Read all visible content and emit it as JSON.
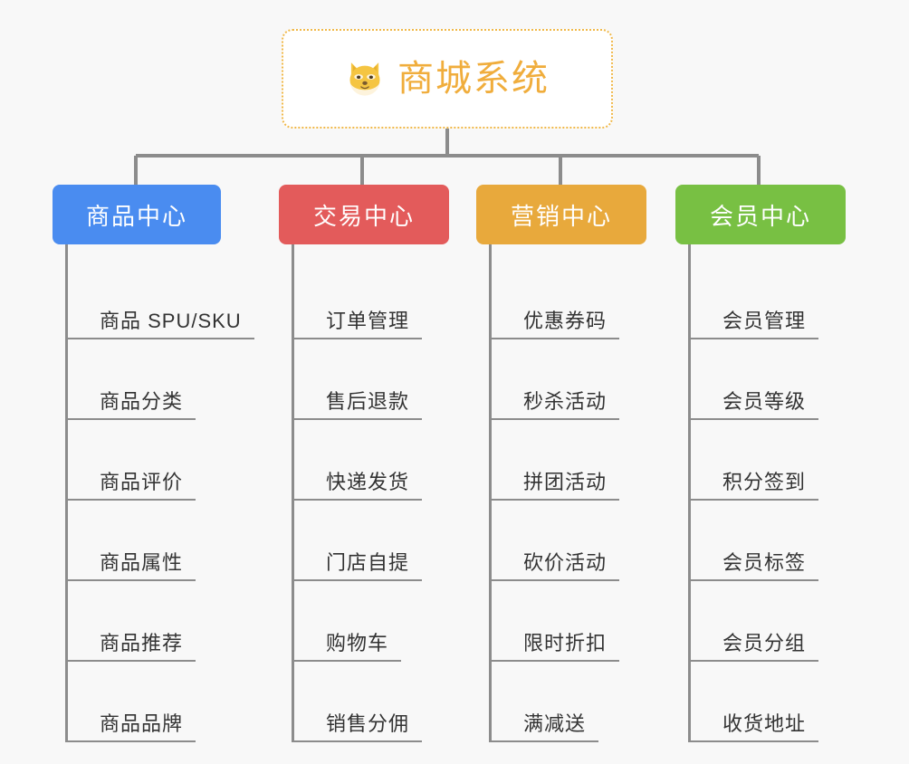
{
  "background_color": "#f8f8f8",
  "root": {
    "title": "商城系统",
    "icon": "shiba-dog-face-icon",
    "text_color": "#f0ad3c",
    "border_color": "#f0b849"
  },
  "branches": [
    {
      "label": "商品中心",
      "color": "#4a8cf0",
      "items": [
        "商品 SPU/SKU",
        "商品分类",
        "商品评价",
        "商品属性",
        "商品推荐",
        "商品品牌"
      ]
    },
    {
      "label": "交易中心",
      "color": "#e35b5b",
      "items": [
        "订单管理",
        "售后退款",
        "快递发货",
        "门店自提",
        "购物车",
        "销售分佣"
      ]
    },
    {
      "label": "营销中心",
      "color": "#e8a93c",
      "items": [
        "优惠券码",
        "秒杀活动",
        "拼团活动",
        "砍价活动",
        "限时折扣",
        "满减送"
      ]
    },
    {
      "label": "会员中心",
      "color": "#78c043",
      "items": [
        "会员管理",
        "会员等级",
        "积分签到",
        "会员标签",
        "会员分组",
        "收货地址"
      ]
    }
  ],
  "connector_color": "#8c8c8c"
}
